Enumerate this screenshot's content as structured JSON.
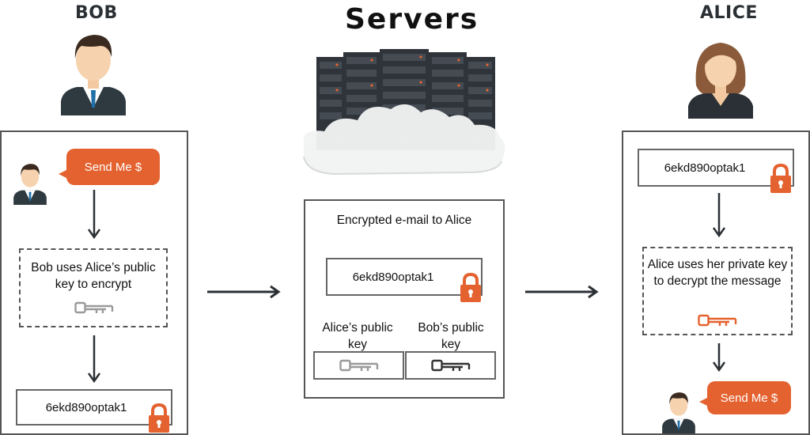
{
  "title": "Servers",
  "bob": {
    "name": "BOB"
  },
  "alice": {
    "name": "ALICE"
  },
  "bob_panel": {
    "bubble": "Send Me $",
    "step_text": "Bob uses Alice’s public key to encrypt",
    "cipher": "6ekd890optak1"
  },
  "server_panel": {
    "heading": "Encrypted e-mail to Alice",
    "cipher": "6ekd890optak1",
    "key_alice": "Alice’s public key",
    "key_bob": "Bob’s public key"
  },
  "alice_panel": {
    "cipher": "6ekd890optak1",
    "step_text": "Alice uses her private key to decrypt the message",
    "bubble": "Send Me $"
  },
  "colors": {
    "accent": "#e4622f",
    "dark": "#2b3035",
    "grey_key": "#9a9a9a",
    "dark_key": "#333333"
  },
  "icons": [
    "person-avatar-icon",
    "server-rack-icon",
    "lock-icon",
    "key-icon",
    "arrow-right-icon",
    "arrow-down-icon"
  ]
}
